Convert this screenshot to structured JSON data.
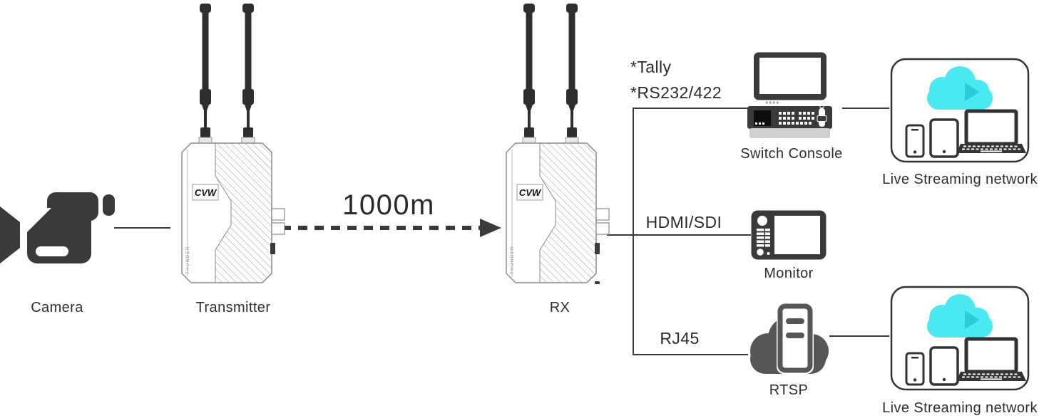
{
  "labels": {
    "camera": "Camera",
    "transmitter": "Transmitter",
    "rx": "RX",
    "distance": "1000m",
    "tally": "*Tally",
    "rs232": "*RS232/422",
    "hdmi_sdi": "HDMI/SDI",
    "rj45": "RJ45",
    "switch_console": "Switch Console",
    "monitor": "Monitor",
    "rtsp": "RTSP",
    "live_streaming_top": "Live Streaming network",
    "live_streaming_bottom": "Live Streaming network",
    "device_badge": "CVW",
    "device_side_text": "THUNDER"
  },
  "colors": {
    "icon-dark": "#3a3a3a",
    "line": "#3a3a3a",
    "outline-gray": "#8a8a8a",
    "cloud-cyan": "#4ae9f2",
    "play-cyan": "#2accdb",
    "rtsp-gray": "#565656",
    "panel-strip": "#cfcfcf",
    "badge-text": "#111111"
  }
}
